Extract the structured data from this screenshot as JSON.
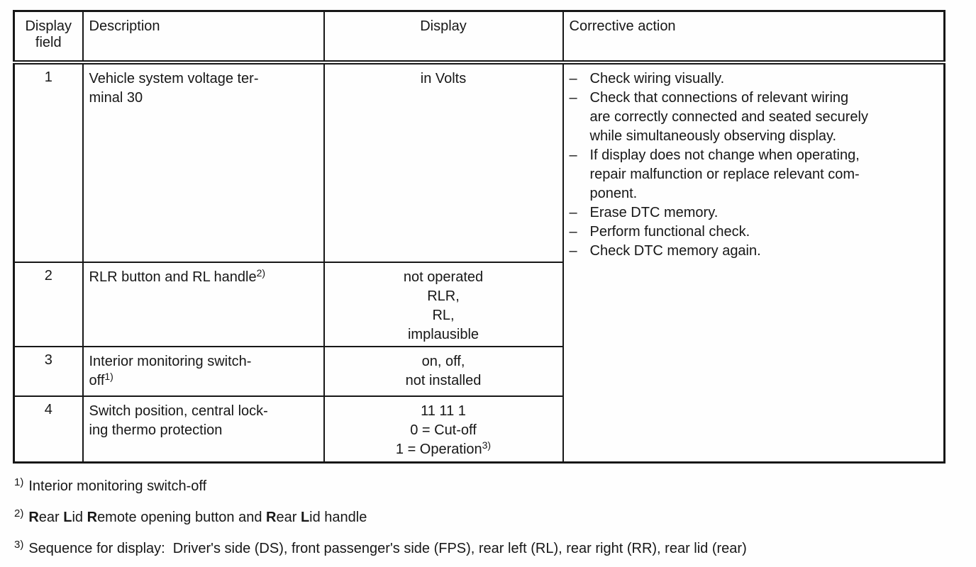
{
  "table": {
    "headers": {
      "field": "Display\nfield",
      "description": "Description",
      "display": "Display",
      "corrective": "Corrective action"
    },
    "rows": [
      {
        "field": "1",
        "description": "Vehicle system voltage ter-\nminal 30",
        "display": "in Volts"
      },
      {
        "field": "2",
        "description": "RLR button and RL handle",
        "desc_sup": "2)",
        "display": "not operated\nRLR,\nRL,\nimplausible"
      },
      {
        "field": "3",
        "description": "Interior monitoring switch-\noff",
        "desc_sup": "1)",
        "display": "on, off,\nnot installed"
      },
      {
        "field": "4",
        "description": "Switch position, central lock-\ning thermo protection",
        "display": "11 11 1\n0 = Cut-off\n1 = Operation",
        "disp_sup": "3)"
      }
    ],
    "corrective": {
      "dash": "–",
      "items": [
        "Check wiring visually.",
        "Check that connections of relevant wiring\nare correctly connected and seated securely\nwhile simultaneously observing display.",
        "If display does not change when operating,\nrepair malfunction or replace relevant com-\nponent.",
        "Erase DTC memory.",
        "Perform functional check.",
        "Check DTC memory again."
      ]
    }
  },
  "footnotes": {
    "f1": {
      "marker": "1)",
      "text": "Interior monitoring switch-off"
    },
    "f2": {
      "marker": "2)",
      "p1": "R",
      "p2": "ear ",
      "p3": "L",
      "p4": "id ",
      "p5": "R",
      "p6": "emote opening button and ",
      "p7": "R",
      "p8": "ear ",
      "p9": "L",
      "p10": "id handle"
    },
    "f3": {
      "marker": "3)",
      "text": "Sequence for display:  Driver's side (DS), front passenger's side (FPS), rear left (RL), rear right (RR), rear lid (rear)"
    }
  },
  "colors": {
    "ink": "#171717",
    "paper": "#fefefe"
  }
}
